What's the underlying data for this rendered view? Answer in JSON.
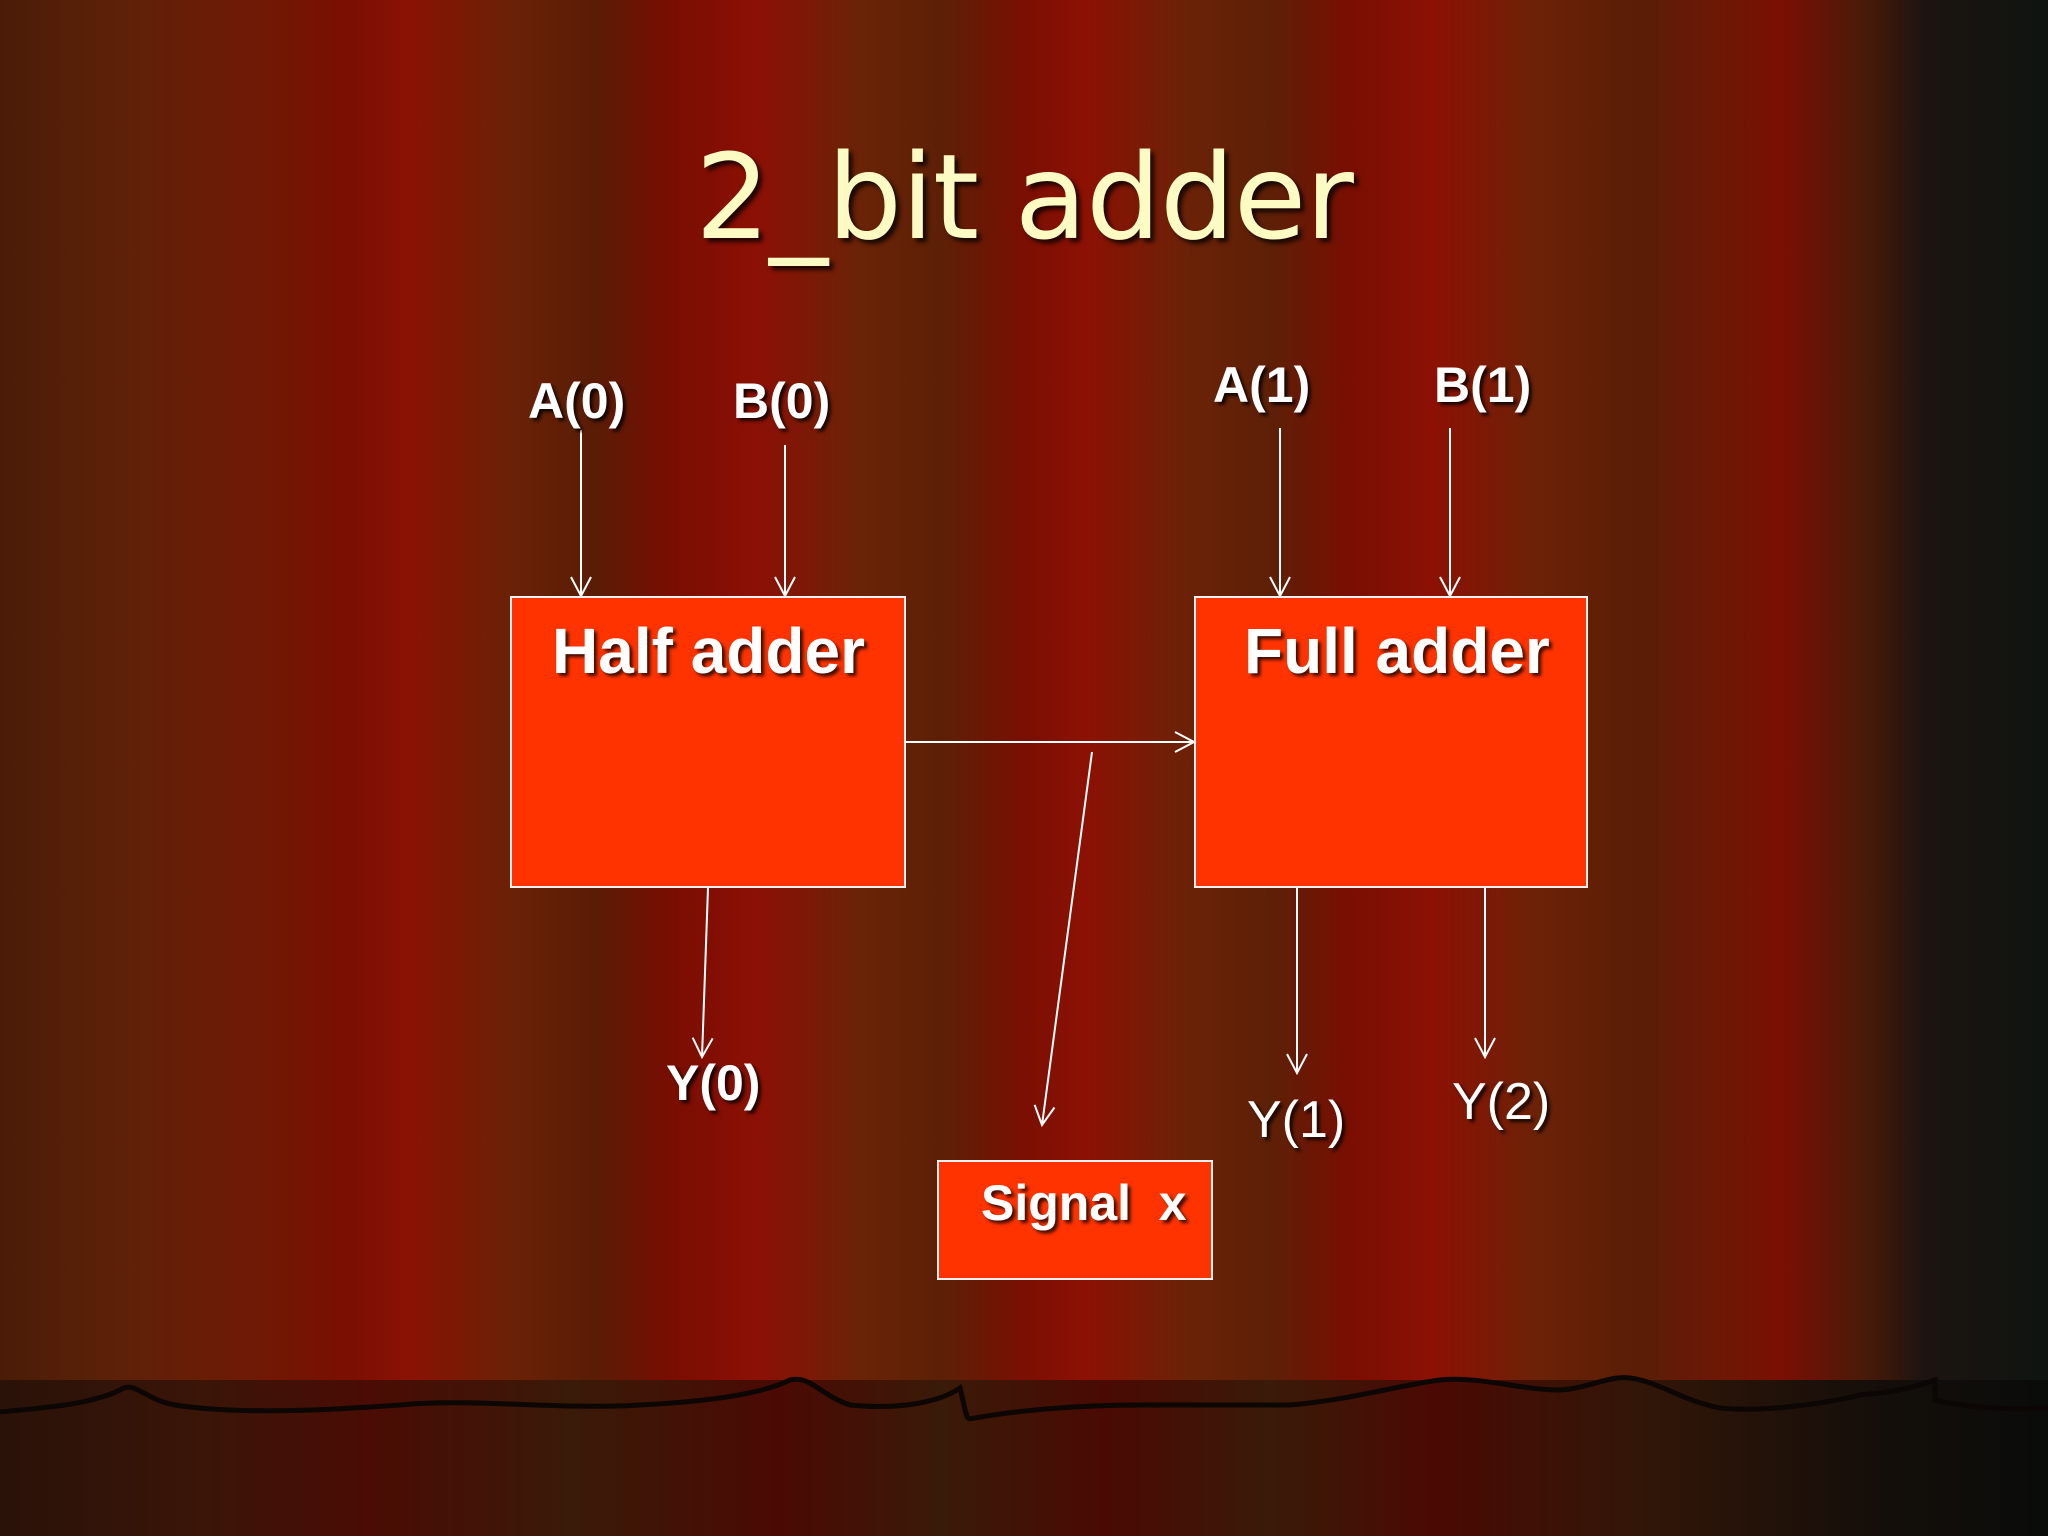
{
  "slide": {
    "title": "2_bit adder"
  },
  "inputs": {
    "a0": "A(0)",
    "b0": "B(0)",
    "a1": "A(1)",
    "b1": "B(1)"
  },
  "blocks": {
    "half_adder": "Half adder",
    "full_adder": "Full adder",
    "signal_x": "Signal  x"
  },
  "outputs": {
    "y0": "Y(0)",
    "y1": "Y(1)",
    "y2": "Y(2)"
  },
  "colors": {
    "block_fill": "#ff3300",
    "title_text": "#fdfbc4",
    "wire": "#ffffff"
  }
}
